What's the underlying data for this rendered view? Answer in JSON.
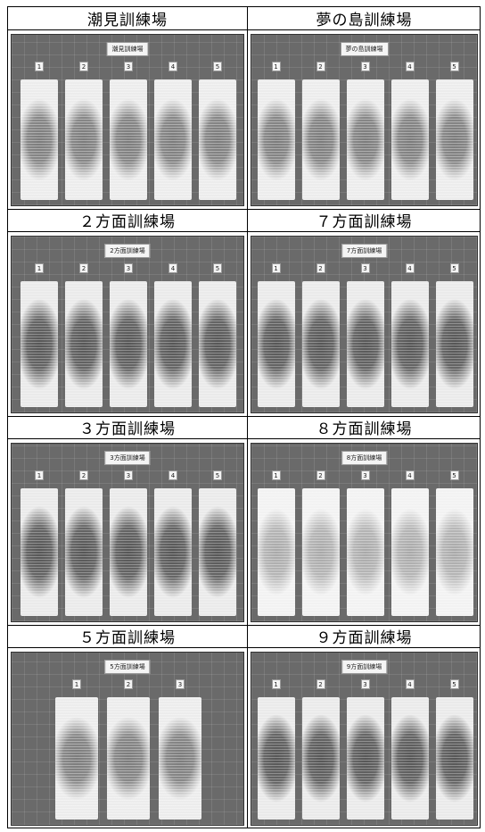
{
  "cells": [
    {
      "label": "潮見訓練場",
      "photo_title": "潮見訓練場",
      "numbers": [
        "1",
        "2",
        "3",
        "4",
        "5"
      ]
    },
    {
      "label": "夢の島訓練場",
      "photo_title": "夢の島訓練場",
      "numbers": [
        "1",
        "2",
        "3",
        "4",
        "5"
      ]
    },
    {
      "label": "２方面訓練場",
      "photo_title": "2方面訓練場",
      "numbers": [
        "1",
        "2",
        "3",
        "4",
        "5"
      ]
    },
    {
      "label": "７方面訓練場",
      "photo_title": "7方面訓練場",
      "numbers": [
        "1",
        "2",
        "3",
        "4",
        "5"
      ]
    },
    {
      "label": "３方面訓練場",
      "photo_title": "3方面訓練場",
      "numbers": [
        "1",
        "2",
        "3",
        "4",
        "5"
      ]
    },
    {
      "label": "８方面訓練場",
      "photo_title": "8方面訓練場",
      "numbers": [
        "1",
        "2",
        "3",
        "4",
        "5"
      ]
    },
    {
      "label": "５方面訓練場",
      "photo_title": "5方面訓練場",
      "numbers": [
        "1",
        "2",
        "3"
      ]
    },
    {
      "label": "９方面訓練場",
      "photo_title": "9方面訓練場",
      "numbers": [
        "1",
        "2",
        "3",
        "4",
        "5"
      ]
    }
  ]
}
